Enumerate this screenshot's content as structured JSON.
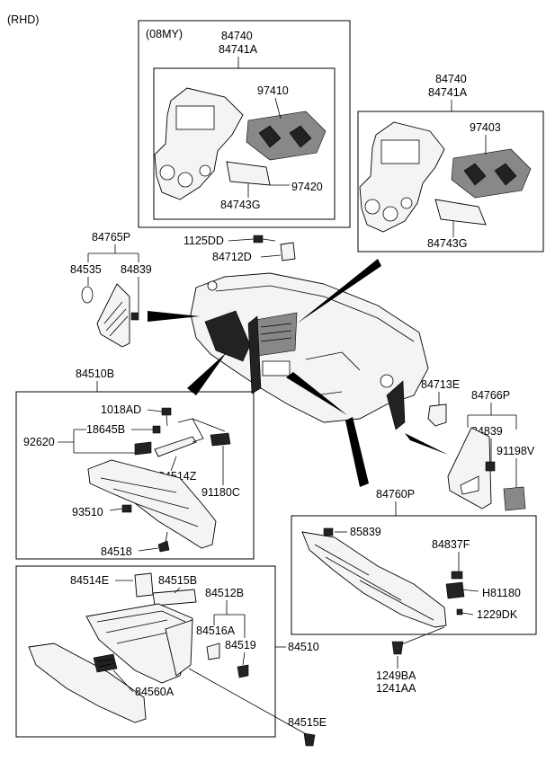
{
  "variant_label": "(RHD)",
  "boxes": {
    "top_left_tag": "(08MY)"
  },
  "labels": {
    "p84740_a": "84740",
    "p84741A_a": "84741A",
    "p97410": "97410",
    "p97420": "97420",
    "p84743G_a": "84743G",
    "p84740_b": "84740",
    "p84741A_b": "84741A",
    "p97403": "97403",
    "p84743G_b": "84743G",
    "p1125DD": "1125DD",
    "p84712D": "84712D",
    "p84765P": "84765P",
    "p84535": "84535",
    "p84839_a": "84839",
    "p84510B": "84510B",
    "p1018AD": "1018AD",
    "p18645B": "18645B",
    "p92620": "92620",
    "p84514Z": "84514Z",
    "p91180C": "91180C",
    "p93510": "93510",
    "p84518": "84518",
    "p84713E": "84713E",
    "p84766P": "84766P",
    "p84839_b": "84839",
    "p91198V": "91198V",
    "p84760P": "84760P",
    "p85839": "85839",
    "p84837F": "84837F",
    "pH81180": "H81180",
    "p1229DK": "1229DK",
    "p1249BA": "1249BA",
    "p1241AA": "1241AA",
    "p84514E": "84514E",
    "p84515B": "84515B",
    "p84512B": "84512B",
    "p84516A": "84516A",
    "p84519": "84519",
    "p84510": "84510",
    "p84560A": "84560A",
    "p84515E": "84515E"
  }
}
